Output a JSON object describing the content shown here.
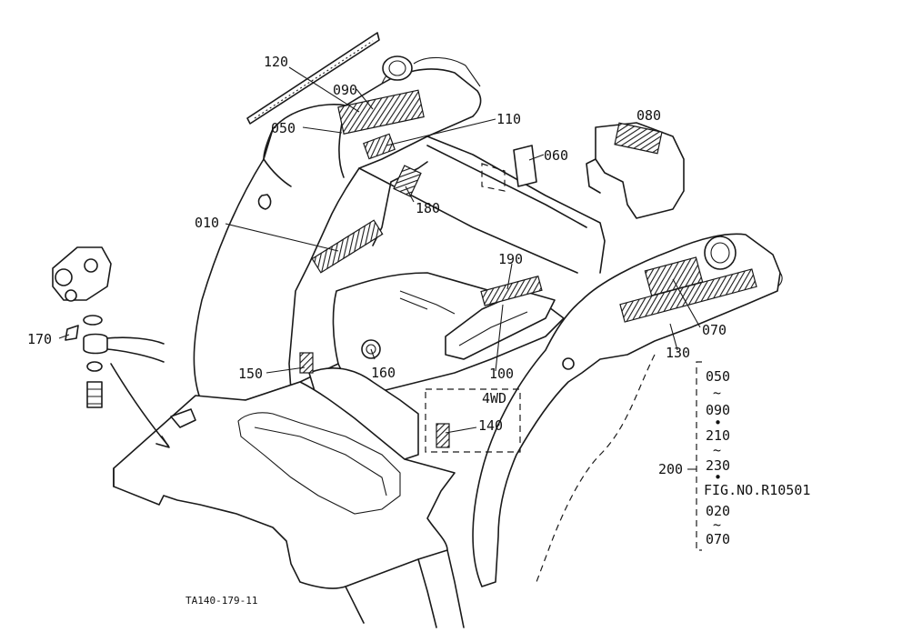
{
  "diagram": {
    "part_labels": {
      "p120": "120",
      "p090": "090",
      "p050": "050",
      "p110": "110",
      "p080": "080",
      "p060": "060",
      "p180": "180",
      "p010": "010",
      "p190": "190",
      "p070": "070",
      "p170": "170",
      "p130": "130",
      "p150": "150",
      "p160": "160",
      "p100": "100",
      "p140": "140"
    },
    "option_label": "4WD",
    "reference_group": {
      "group_number": "200",
      "entries": [
        "050",
        "090",
        "210",
        "230",
        "FIG.NO.R10501",
        "020",
        "070"
      ],
      "range_marks": [
        "~",
        "•",
        "~",
        "•",
        "~"
      ]
    },
    "figure_code": "TA140-179-11"
  }
}
